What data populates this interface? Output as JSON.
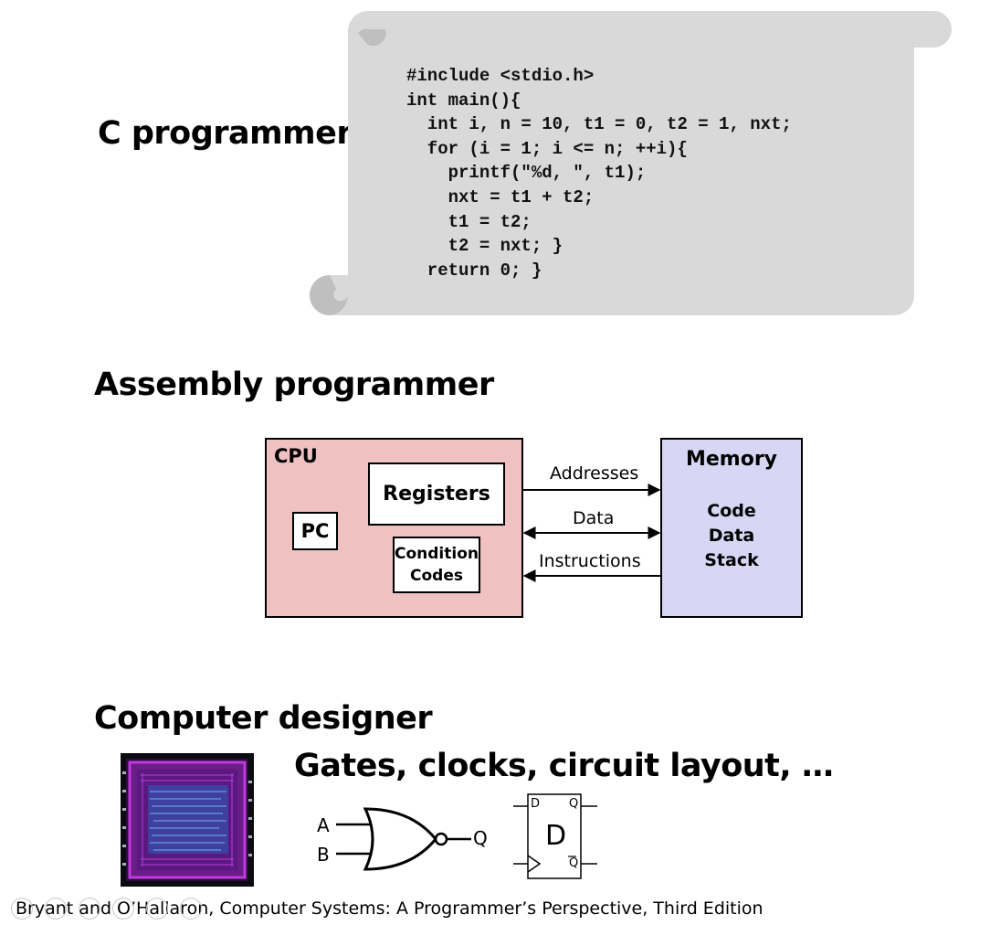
{
  "headings": {
    "c_programmer": "C programmer",
    "assembly_programmer": "Assembly programmer",
    "computer_designer": "Computer designer"
  },
  "code_lines": [
    "#include <stdio.h>",
    "int main(){",
    "  int i, n = 10, t1 = 0, t2 = 1, nxt;",
    "  for (i = 1; i <= n; ++i){",
    "    printf(\"%d, \", t1);",
    "    nxt = t1 + t2;",
    "    t1 = t2;",
    "    t2 = nxt; }",
    "  return 0; }"
  ],
  "diagram": {
    "cpu_label": "CPU",
    "registers": "Registers",
    "pc": "PC",
    "condition_codes_line1": "Condition",
    "condition_codes_line2": "Codes",
    "memory_label": "Memory",
    "memory_items": [
      "Code",
      "Data",
      "Stack"
    ],
    "arrow_addresses": "Addresses",
    "arrow_data": "Data",
    "arrow_instructions": "Instructions"
  },
  "designer": {
    "caption": "Gates, clocks, circuit layout, …",
    "gate_input_a": "A",
    "gate_input_b": "B",
    "gate_output": "Q",
    "ff_d_pin": "D",
    "ff_q_pin": "Q",
    "ff_big_label": "D",
    "ff_qbar_pin": "Q"
  },
  "footer": "Bryant and O’Hallaron, Computer Systems: A Programmer’s Perspective, Third Edition",
  "colors": {
    "scroll_fill": "#d9d9d9",
    "scroll_curl": "#bfbfbf",
    "cpu_fill": "#efc1c1",
    "memory_fill": "#d7d7f5"
  }
}
